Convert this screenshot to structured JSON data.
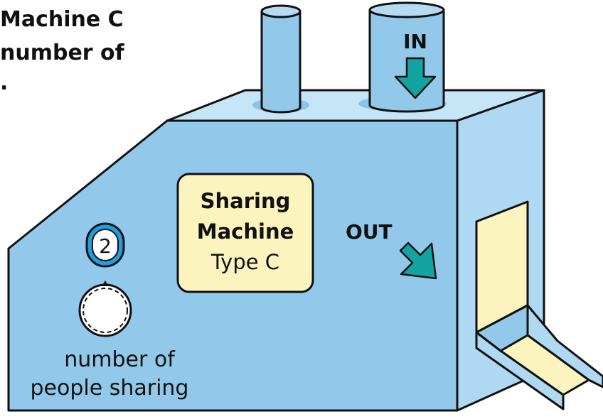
{
  "header_text": {
    "line1": "Machine C",
    "line2": "number of",
    "line3": "."
  },
  "machine": {
    "in_label": "IN",
    "out_label": "OUT",
    "nameplate": {
      "line1": "Sharing",
      "line2": "Machine",
      "line3": "Type C"
    },
    "counter_value": "2",
    "dial_caption": {
      "line1": "number of",
      "line2": "people sharing"
    }
  },
  "colors": {
    "body_blue": "#92C9EA",
    "side_blue": "#AFD8F2",
    "top_blue": "#C6E5F7",
    "arrow_teal": "#13A3A0",
    "nameplate_yellow": "#FBF4BE",
    "outline": "#111111"
  }
}
